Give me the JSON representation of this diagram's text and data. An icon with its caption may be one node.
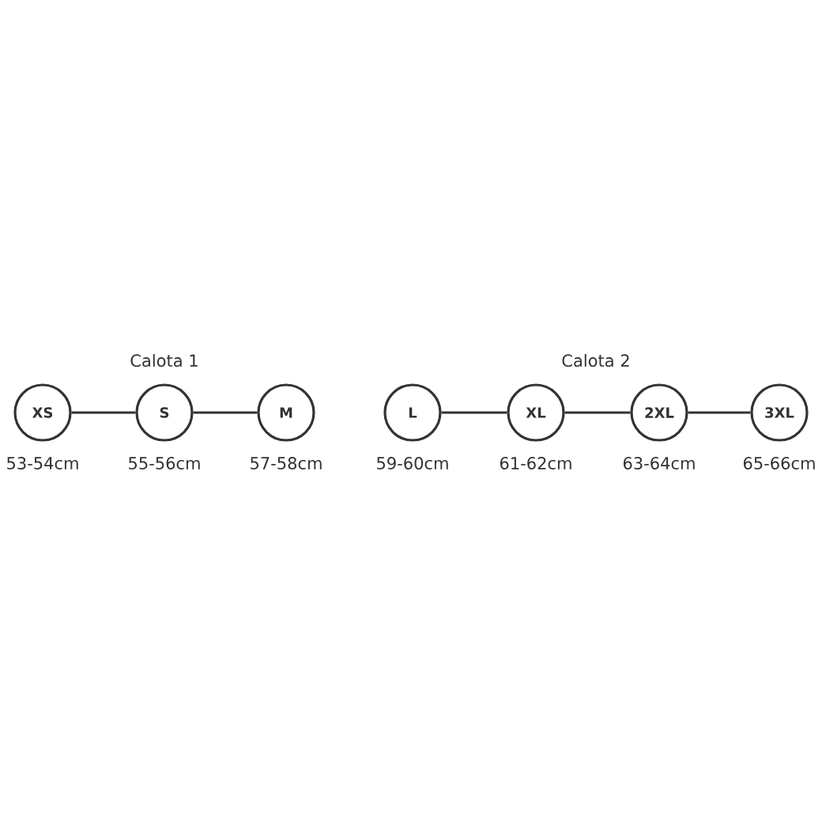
{
  "diagram": {
    "nodes": [
      {
        "text": [
          "XS"
        ],
        "beside": [
          "53-54cm"
        ]
      },
      {
        "text": [
          "S"
        ],
        "beside": [
          "55-56cm"
        ]
      },
      {
        "text": [
          "M"
        ],
        "beside": [
          "57-58cm"
        ]
      },
      {
        "text": [
          "L"
        ],
        "beside": [
          "59-60cm"
        ]
      },
      {
        "text": [
          "XL"
        ],
        "beside": [
          "61-62cm"
        ]
      },
      {
        "text": [
          "2XL"
        ],
        "beside": [
          "63-64cm"
        ]
      },
      {
        "text": [
          "3XL"
        ],
        "beside": [
          "65-66cm"
        ]
      }
    ],
    "edges": [
      {
        "from": 0,
        "to": 1,
        "arrow": "none"
      },
      {
        "from": 1,
        "to": 2,
        "arrow": "none"
      },
      {
        "from": 3,
        "to": 4,
        "arrow": "none"
      },
      {
        "from": 4,
        "to": 5,
        "arrow": "none"
      },
      {
        "from": 5,
        "to": 6,
        "arrow": "none"
      }
    ],
    "labels": [
      "Calota 1",
      "Calota 2"
    ]
  }
}
